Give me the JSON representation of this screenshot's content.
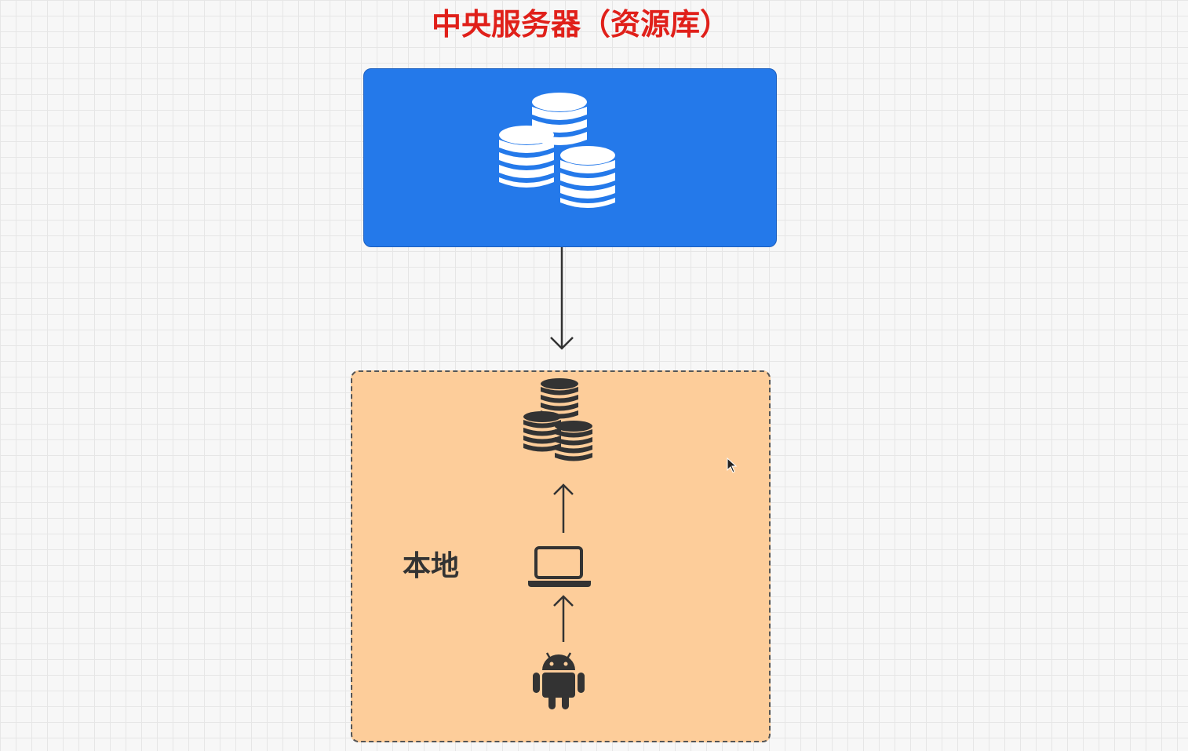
{
  "diagram": {
    "title": "中央服务器（资源库）",
    "server_box": {
      "icon": "database-stack-icon",
      "fill_color": "#2479ea",
      "icon_color": "#ffffff"
    },
    "local_box": {
      "label": "本地",
      "fill_color": "#fdcd9a",
      "icons": [
        "database-stack-icon",
        "laptop-icon",
        "android-icon"
      ]
    },
    "title_color": "#e0201a",
    "arrows": [
      {
        "from": "server-box",
        "to": "local-box"
      },
      {
        "from": "laptop-icon",
        "to": "local-database-icon"
      },
      {
        "from": "android-icon",
        "to": "laptop-icon"
      }
    ]
  }
}
